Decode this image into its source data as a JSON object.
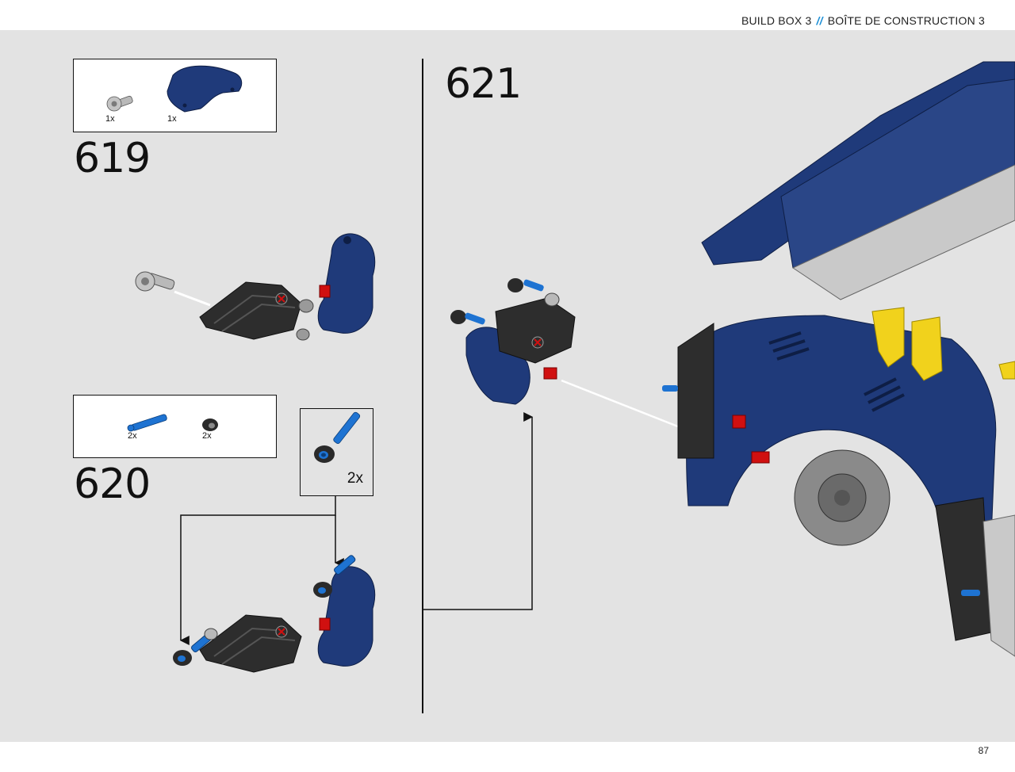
{
  "header": {
    "left": "BUILD BOX 3",
    "separator": "//",
    "right": "BOÎTE DE CONSTRUCTION 3"
  },
  "page_number": "87",
  "steps": [
    {
      "number": "619",
      "parts": [
        {
          "qty": "1x",
          "icon": "gray-pin-connector-icon"
        },
        {
          "qty": "1x",
          "icon": "blue-curved-panel-icon"
        }
      ]
    },
    {
      "number": "620",
      "parts": [
        {
          "qty": "2x",
          "icon": "blue-axle-pin-icon"
        },
        {
          "qty": "2x",
          "icon": "black-bush-icon"
        }
      ],
      "callout": {
        "qty": "2x"
      }
    },
    {
      "number": "621"
    }
  ],
  "colors": {
    "brick_blue": "#1f3a7a",
    "black": "#2a2a2a",
    "light_gray": "#b9b9b9",
    "red": "#d01010",
    "yellow": "#f1d21c",
    "azure": "#1e73d2",
    "background": "#e3e3e3",
    "accent": "#1d8fd6"
  }
}
